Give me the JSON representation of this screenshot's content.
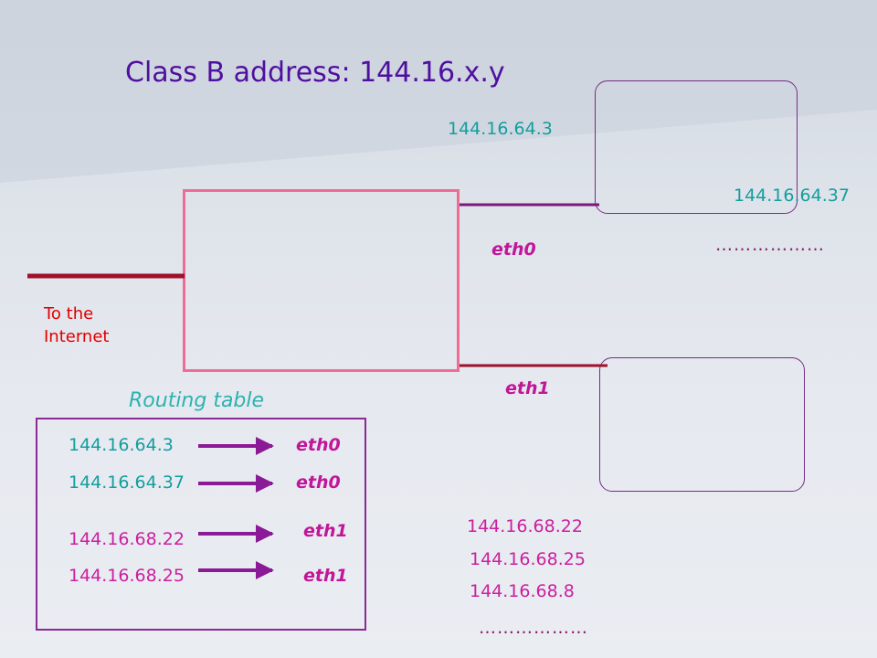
{
  "title": "Class B address: 144.16.x.y",
  "internet_label": "To the\nInternet",
  "eth0_label": "eth0",
  "eth1_label": "eth1",
  "top_network": {
    "addresses": [
      "144.16.64.3",
      "144.16.64.37"
    ],
    "dots": "………………"
  },
  "bottom_network": {
    "addresses": [
      "144.16.68.22",
      "144.16.68.25",
      "144.16.68.8"
    ],
    "dots": "………………"
  },
  "routing_table": {
    "title": "Routing table",
    "rows": [
      {
        "address": "144.16.64.3",
        "interface": "eth0"
      },
      {
        "address": "144.16.64.37",
        "interface": "eth0"
      },
      {
        "address": "144.16.68.22",
        "interface": "eth1"
      },
      {
        "address": "144.16.68.25",
        "interface": "eth1"
      }
    ]
  },
  "colors": {
    "title": "#4f0fa0",
    "teal": "#139e9e",
    "magenta": "#cc1f9f",
    "router_border": "#f06c94",
    "internet_line": "#a0102a",
    "eth0_line": "#7a1a7a",
    "eth1_line": "#a0102a",
    "arrow": "#8a1a95"
  }
}
